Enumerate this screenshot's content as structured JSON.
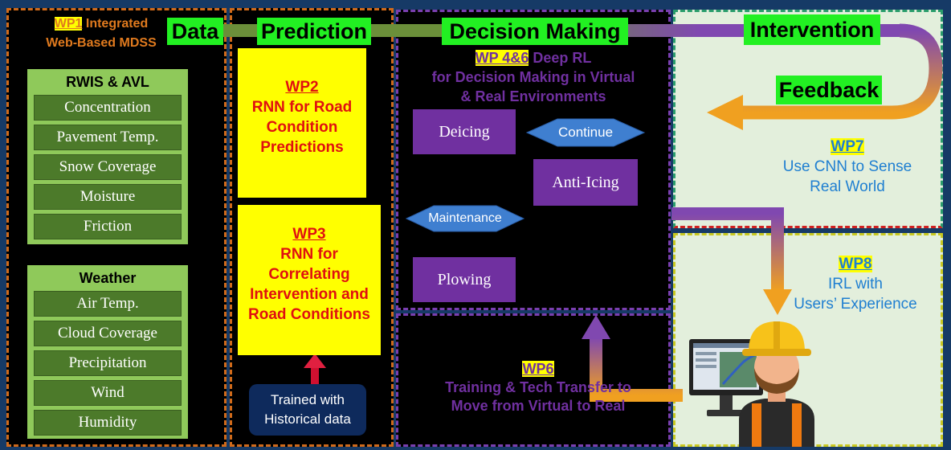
{
  "headers": {
    "data": "Data",
    "prediction": "Prediction",
    "decision": "Decision Making",
    "intervention": "Intervention",
    "feedback": "Feedback"
  },
  "wp1": {
    "tag": "WP1",
    "line1": " Integrated",
    "line2": "Web-Based MDSS"
  },
  "rwis": {
    "title": "RWIS & AVL",
    "items": [
      "Concentration",
      "Pavement Temp.",
      "Snow Coverage",
      "Moisture",
      "Friction"
    ]
  },
  "weather": {
    "title": "Weather",
    "items": [
      "Air Temp.",
      "Cloud Coverage",
      "Precipitation",
      "Wind",
      "Humidity"
    ]
  },
  "wp2": {
    "tag": "WP2",
    "line1": "RNN for Road",
    "line2": "Condition",
    "line3": "Predictions"
  },
  "wp3": {
    "tag": "WP3",
    "line1": "RNN for",
    "line2": "Correlating",
    "line3": "Intervention and",
    "line4": "Road Conditions"
  },
  "trained": {
    "line1": "Trained with",
    "line2": "Historical data"
  },
  "wp46": {
    "tag": "WP 4&6",
    "line1": " Deep RL",
    "line2": "for Decision Making in Virtual",
    "line3": "& Real Environments"
  },
  "actions": {
    "deicing": "Deicing",
    "continue": "Continue",
    "anti_icing": "Anti-Icing",
    "maintenance": "Maintenance",
    "plowing": "Plowing"
  },
  "wp6": {
    "tag": "WP6",
    "line1": "Training & Tech Transfer to",
    "line2": "Move from Virtual to Real"
  },
  "wp7": {
    "tag": "WP7",
    "line1": "Use CNN to Sense",
    "line2": "Real World"
  },
  "wp8": {
    "tag": "WP8",
    "line1": "IRL  with",
    "line2": "Users’ Experience"
  },
  "colors": {
    "green": "#22f022",
    "yellow": "#ffff00",
    "purple": "#7030a0",
    "orange": "#d06a1a",
    "blue": "#1f7fd1"
  },
  "icons": {
    "worker": "construction-worker-icon",
    "computer": "computer-monitor-icon"
  }
}
